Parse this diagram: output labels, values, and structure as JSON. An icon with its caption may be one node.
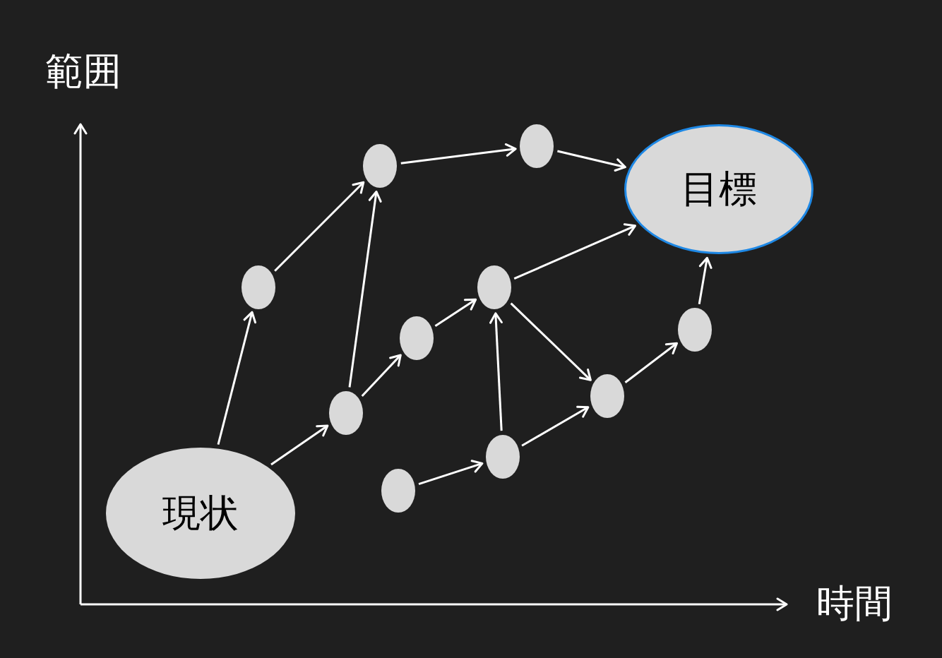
{
  "diagram": {
    "nodes": [
      {
        "text": [
          "現状"
        ]
      },
      {
        "text": [],
        "shape": "circle"
      },
      {
        "text": [],
        "shape": "circle"
      },
      {
        "text": [],
        "shape": "circle"
      },
      {
        "text": [],
        "shape": "circle"
      },
      {
        "text": [],
        "shape": "circle"
      },
      {
        "text": [],
        "shape": "circle"
      },
      {
        "text": [],
        "shape": "circle"
      },
      {
        "text": [],
        "shape": "circle"
      },
      {
        "text": [],
        "shape": "circle"
      },
      {
        "text": [],
        "shape": "circle"
      },
      {
        "text": [
          "目標"
        ]
      }
    ],
    "edges": [
      {
        "from": 0,
        "to": 1,
        "arrow": "to"
      },
      {
        "from": 0,
        "to": 2,
        "arrow": "to"
      },
      {
        "from": 1,
        "to": 3,
        "arrow": "to"
      },
      {
        "from": 2,
        "to": 3,
        "arrow": "to"
      },
      {
        "from": 2,
        "to": 5,
        "arrow": "to"
      },
      {
        "from": 3,
        "to": 8,
        "arrow": "to"
      },
      {
        "from": 4,
        "to": 7,
        "arrow": "to"
      },
      {
        "from": 5,
        "to": 6,
        "arrow": "to"
      },
      {
        "from": 6,
        "to": 11,
        "arrow": "to"
      },
      {
        "from": 6,
        "to": 9,
        "arrow": "to"
      },
      {
        "from": 7,
        "to": 6,
        "arrow": "to"
      },
      {
        "from": 7,
        "to": 9,
        "arrow": "to"
      },
      {
        "from": 8,
        "to": 11,
        "arrow": "to"
      },
      {
        "from": 9,
        "to": 10,
        "arrow": "to"
      },
      {
        "from": 10,
        "to": 11,
        "arrow": "to"
      }
    ],
    "labels": [
      "範囲",
      "時間"
    ]
  }
}
